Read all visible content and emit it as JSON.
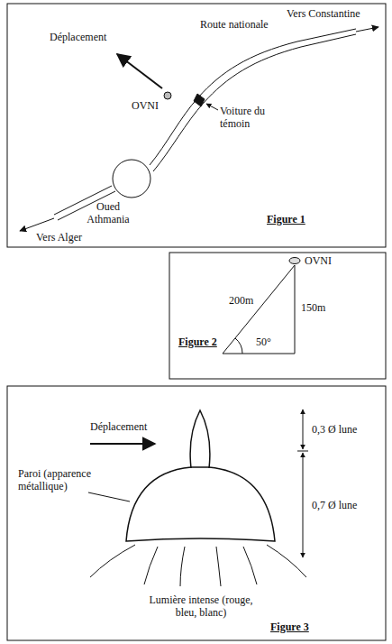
{
  "diagram": {
    "nodes": [
      {
        "text": [
          "Oued Athmania"
        ]
      }
    ],
    "labels": [
      "Déplacement",
      "OVNI",
      "Route nationale",
      "Vers Constantine",
      "Voiture du témoin",
      "Vers Alger",
      "Figure 1",
      "OVNI",
      "200m",
      "150m",
      "50°",
      "Figure 2",
      "Déplacement",
      "0,3 Ø lune",
      "0,7 Ø lune",
      "Paroi (apparence métallique)",
      "Lumière intense (rouge, bleu, blanc)",
      "Figure 3"
    ]
  }
}
